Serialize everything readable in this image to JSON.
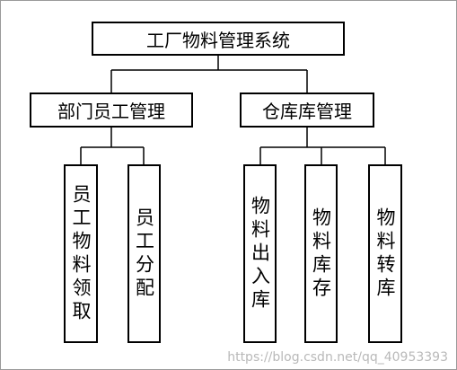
{
  "diagram": {
    "root": {
      "label": "工厂物料管理系统"
    },
    "branches": [
      {
        "label": "部门员工管理",
        "children": [
          "员工物料领取",
          "员工分配"
        ]
      },
      {
        "label": "仓库库管理",
        "children": [
          "物料出入库",
          "物料库存",
          "物料转库"
        ]
      }
    ],
    "line_color": "#000000",
    "box_border_color": "#000000"
  },
  "watermark": "https://blog.csdn.net/qq_40953393"
}
